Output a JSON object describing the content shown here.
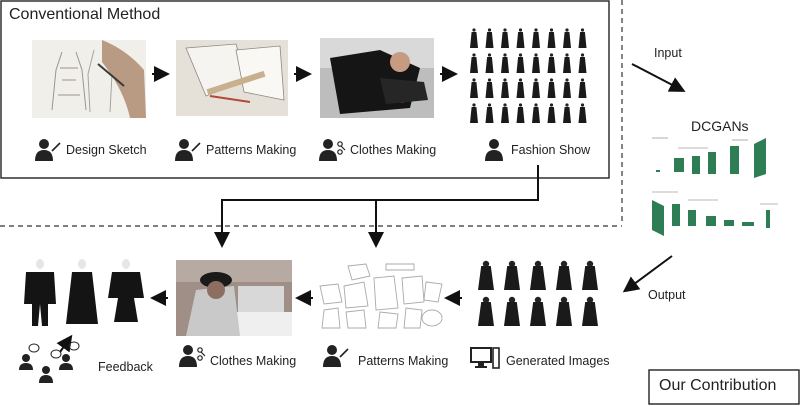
{
  "conventional": {
    "title": "Conventional Method",
    "steps": [
      {
        "label": "Design Sketch",
        "icon": "person-pencil-icon"
      },
      {
        "label": "Patterns Making",
        "icon": "person-pencil-icon"
      },
      {
        "label": "Clothes Making",
        "icon": "person-scissors-icon"
      },
      {
        "label": "Fashion Show",
        "icon": "person-icon"
      }
    ]
  },
  "flow": {
    "input_label": "Input",
    "output_label": "Output",
    "model_title": "DCGANs"
  },
  "contribution": {
    "title": "Our Contribution",
    "steps": [
      {
        "label": "Generated Images",
        "icon": "monitor-icon"
      },
      {
        "label": "Patterns Making",
        "icon": "person-pencil-icon"
      },
      {
        "label": "Clothes Making",
        "icon": "person-scissors-icon"
      },
      {
        "label": "Feedback",
        "icon": "people-chat-icon"
      }
    ]
  },
  "colors": {
    "dcgan_block": "#2f7d55",
    "frame": "#222222"
  }
}
